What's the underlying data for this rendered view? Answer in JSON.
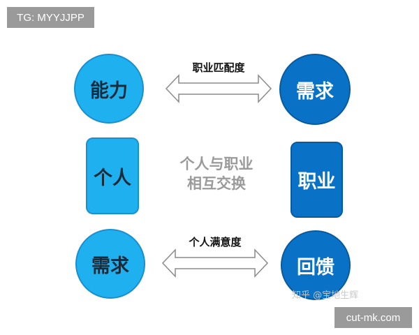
{
  "tags": {
    "top_left": "TG: MYYJJPP",
    "bottom_right": "cut-mk.com"
  },
  "top_row": {
    "left": "能力",
    "right": "需求",
    "arrow_label": "职业匹配度"
  },
  "middle_row": {
    "left": "个人",
    "right": "职业",
    "center_line1": "个人与职业",
    "center_line2": "相互交换"
  },
  "bottom_row": {
    "left": "需求",
    "right": "回馈",
    "arrow_label": "个人满意度"
  },
  "watermark": "知乎 @宝地生辉",
  "colors": {
    "light_blue": "#1fb1ef",
    "dark_blue": "#0a72c6",
    "center_text": "#9a9a9a"
  }
}
